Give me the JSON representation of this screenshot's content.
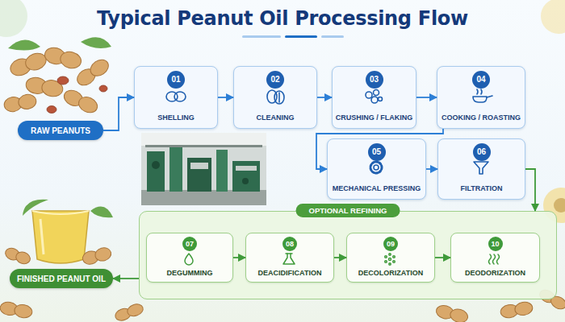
{
  "diagram": {
    "title": "Typical Peanut Oil Processing Flow",
    "nodes": [
      {
        "text": [
          "RAW PEANUTS"
        ]
      },
      {
        "text": [
          "01",
          "SHELLING"
        ]
      },
      {
        "text": [
          "02",
          "CLEANING"
        ]
      },
      {
        "text": [
          "03",
          "CRUSHING / FLAKING"
        ]
      },
      {
        "text": [
          "04",
          "COOKING / ROASTING"
        ]
      },
      {
        "text": [
          "05",
          "MECHANICAL PRESSING"
        ]
      },
      {
        "text": [
          "06",
          "FILTRATION"
        ]
      },
      {
        "text": [
          "OPTIONAL REFINING"
        ]
      },
      {
        "text": [
          "07",
          "DEGUMMING"
        ],
        "in": 7
      },
      {
        "text": [
          "08",
          "DEACIDIFICATION"
        ],
        "in": 7
      },
      {
        "text": [
          "09",
          "DECOLORIZATION"
        ],
        "in": 7
      },
      {
        "text": [
          "10",
          "DEODORIZATION"
        ],
        "in": 7
      },
      {
        "text": [
          "FINISHED PEANUT OIL"
        ]
      }
    ],
    "edges": [
      {
        "from": 0,
        "to": 1,
        "arrow": "to"
      },
      {
        "from": 1,
        "to": 2,
        "arrow": "to"
      },
      {
        "from": 2,
        "to": 3,
        "arrow": "to"
      },
      {
        "from": 3,
        "to": 4,
        "arrow": "to"
      },
      {
        "from": 4,
        "to": 5,
        "arrow": "to"
      },
      {
        "from": 5,
        "to": 6,
        "arrow": "to"
      },
      {
        "from": 6,
        "to": 7,
        "arrow": "to"
      },
      {
        "from": 8,
        "to": 9,
        "arrow": "to"
      },
      {
        "from": 9,
        "to": 10,
        "arrow": "to"
      },
      {
        "from": 10,
        "to": 11,
        "arrow": "to"
      },
      {
        "from": 7,
        "to": 12,
        "arrow": "to"
      }
    ]
  }
}
